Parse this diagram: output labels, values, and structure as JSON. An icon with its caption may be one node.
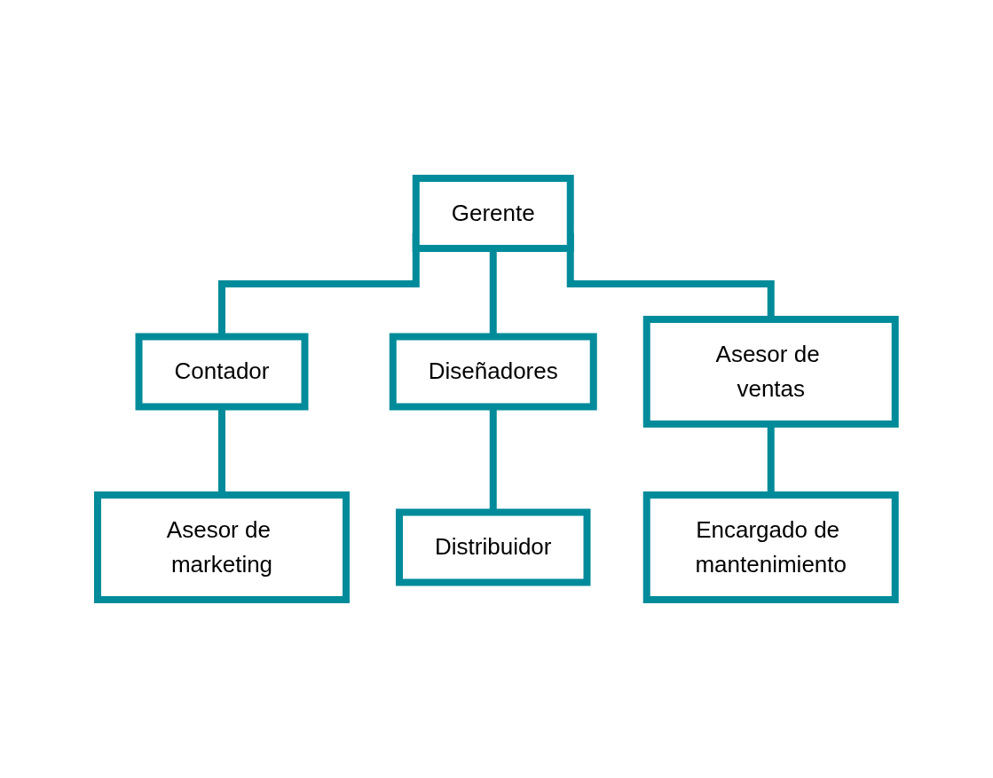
{
  "diagram": {
    "nodes": [
      {
        "text": [
          "Gerente"
        ]
      },
      {
        "text": [
          "Contador"
        ]
      },
      {
        "text": [
          "Diseñadores"
        ]
      },
      {
        "text": [
          "Asesor de ventas"
        ]
      },
      {
        "text": [
          "Asesor de marketing"
        ]
      },
      {
        "text": [
          "Distribuidor"
        ]
      },
      {
        "text": [
          "Encargado de mantenimiento"
        ]
      }
    ],
    "edges": [
      {
        "from": 0,
        "to": 1,
        "arrow": "none"
      },
      {
        "from": 0,
        "to": 2,
        "arrow": "none"
      },
      {
        "from": 0,
        "to": 3,
        "arrow": "none"
      },
      {
        "from": 1,
        "to": 4,
        "arrow": "none"
      },
      {
        "from": 2,
        "to": 5,
        "arrow": "none"
      },
      {
        "from": 3,
        "to": 6,
        "arrow": "none"
      }
    ]
  }
}
